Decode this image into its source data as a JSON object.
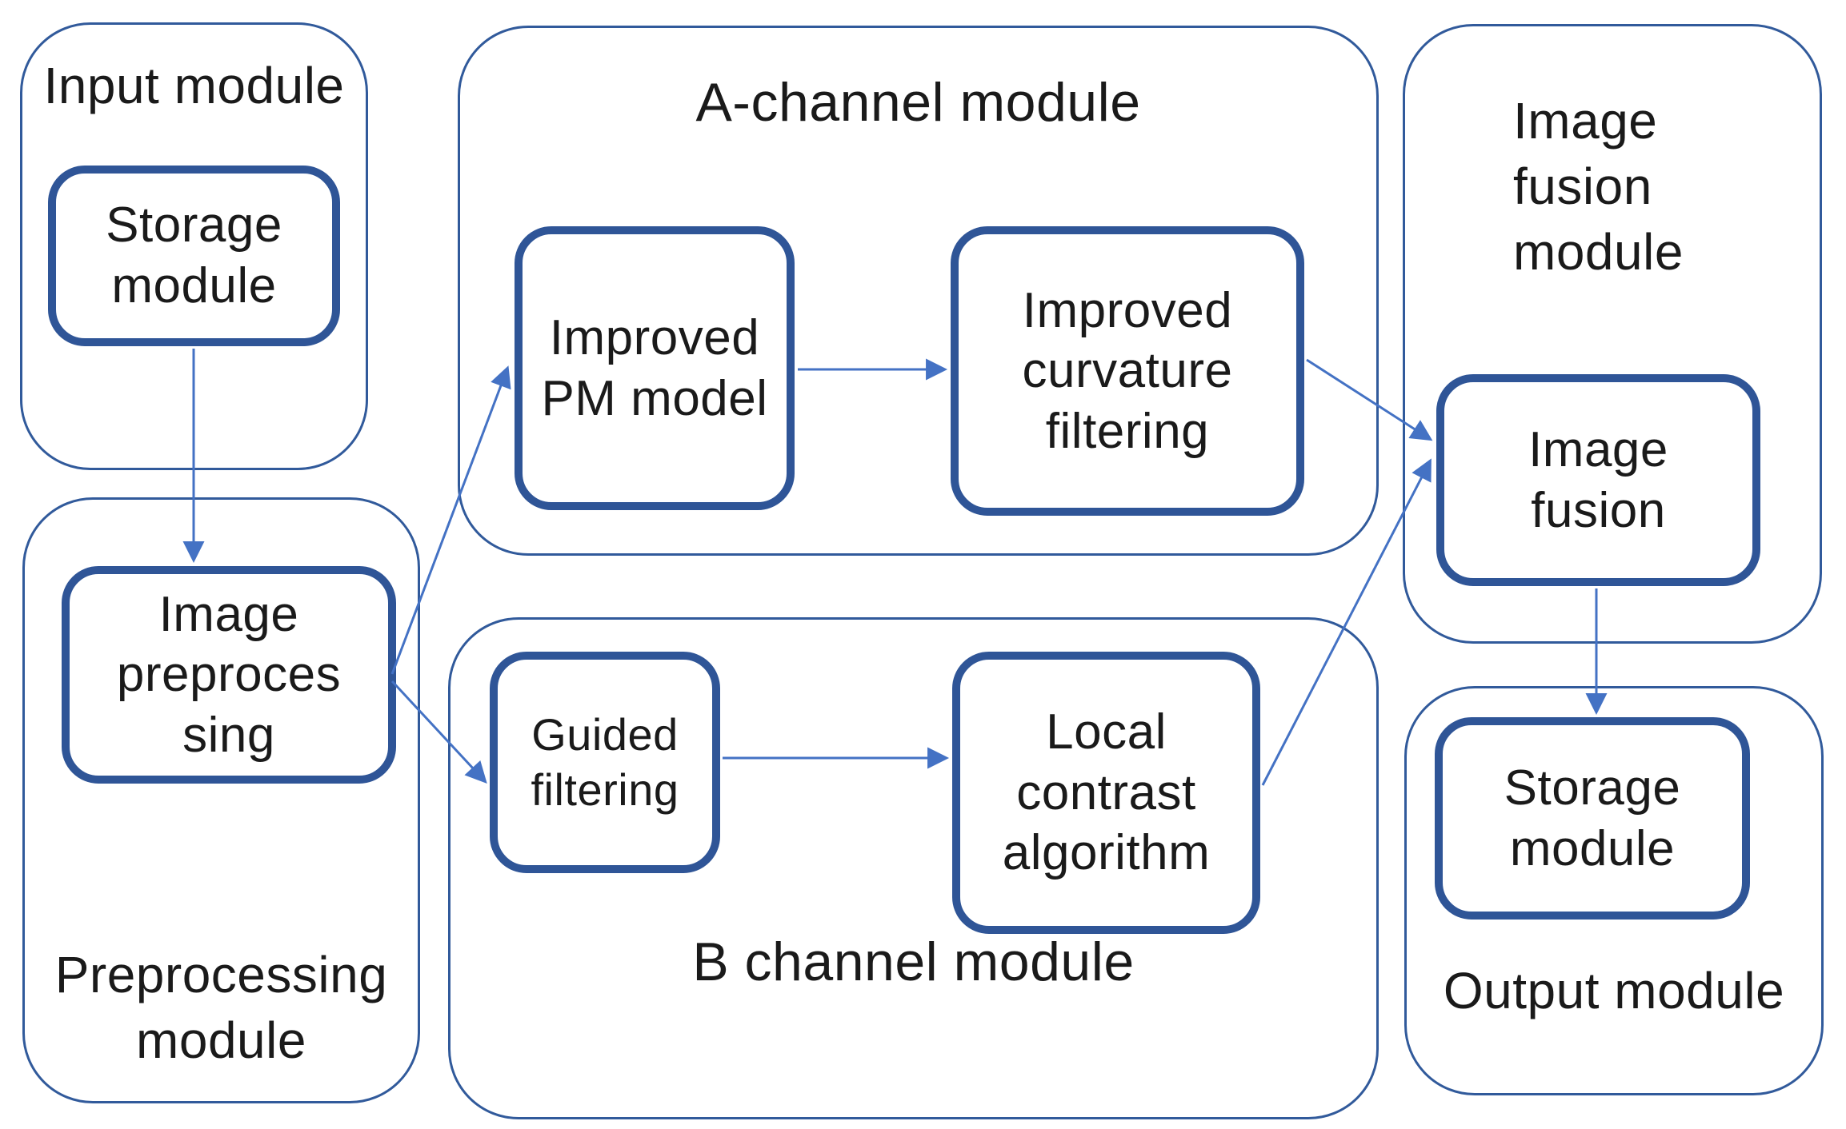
{
  "theme": {
    "background": "#ffffff",
    "container_border_color": "#315A9B",
    "box_border_color": "#2F5597",
    "arrow_color": "#4472C4",
    "text_color": "#1A1A1A"
  },
  "diagram": {
    "containers": {
      "input": {
        "label": "Input module"
      },
      "preprocessing": {
        "label": "Preprocessing\nmodule"
      },
      "a_channel": {
        "label": "A-channel module"
      },
      "b_channel": {
        "label": "B channel module"
      },
      "image_fusion": {
        "label": "Image\nfusion\nmodule"
      },
      "output": {
        "label": "Output module"
      }
    },
    "boxes": {
      "storage_input": {
        "label": "Storage\nmodule"
      },
      "image_preprocessing": {
        "label": "Image\npreproces\nsing"
      },
      "improved_pm": {
        "label": "Improved\nPM model"
      },
      "improved_curvature": {
        "label": "Improved\ncurvature\nfiltering"
      },
      "guided_filtering": {
        "label": "Guided\nfiltering"
      },
      "local_contrast": {
        "label": "Local\ncontrast\nalgorithm"
      },
      "image_fusion": {
        "label": "Image\nfusion"
      },
      "storage_output": {
        "label": "Storage\nmodule"
      }
    },
    "arrows": [
      {
        "name": "storage-to-image-preprocessing",
        "from": "storage_input",
        "to": "image_preprocessing"
      },
      {
        "name": "image-preprocessing-to-improved-pm",
        "from": "image_preprocessing",
        "to": "improved_pm"
      },
      {
        "name": "image-preprocessing-to-guided-filtering",
        "from": "image_preprocessing",
        "to": "guided_filtering"
      },
      {
        "name": "improved-pm-to-improved-curvature",
        "from": "improved_pm",
        "to": "improved_curvature"
      },
      {
        "name": "guided-filtering-to-local-contrast",
        "from": "guided_filtering",
        "to": "local_contrast"
      },
      {
        "name": "improved-curvature-to-image-fusion",
        "from": "improved_curvature",
        "to": "image_fusion"
      },
      {
        "name": "local-contrast-to-image-fusion",
        "from": "local_contrast",
        "to": "image_fusion"
      },
      {
        "name": "image-fusion-to-storage-output",
        "from": "image_fusion",
        "to": "storage_output"
      }
    ]
  }
}
